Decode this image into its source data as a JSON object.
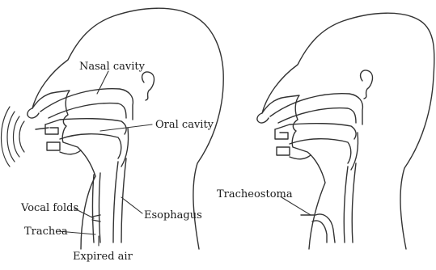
{
  "labels": {
    "nasal_cavity": "Nasal cavity",
    "oral_cavity": "Oral cavity",
    "vocal_folds": "Vocal folds",
    "trachea": "Trachea",
    "esophagus": "Esophagus",
    "expired_air": "Expired air",
    "tracheostoma": "Tracheostoma"
  },
  "colors": {
    "line": "#333333",
    "background": "#ffffff"
  }
}
